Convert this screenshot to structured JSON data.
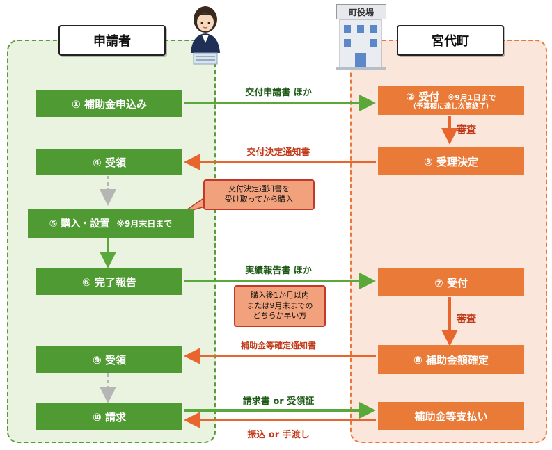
{
  "headers": {
    "applicant": "申請者",
    "town": "宮代町"
  },
  "town_office_sign": "町役場",
  "left_steps": {
    "s1": "① 補助金申込み",
    "s4": "④ 受領",
    "s5": "⑤ 購入・設置",
    "s5_note": "※9月末日まで",
    "s6": "⑥ 完了報告",
    "s9": "⑨ 受領",
    "s10": "⑩ 請求"
  },
  "right_steps": {
    "s2": "② 受付",
    "s2_note": "※9月1日まで",
    "s2_sub": "（予算額に達し次第終了）",
    "s3": "③ 受理決定",
    "s7": "⑦ 受付",
    "s8": "⑧ 補助金額確定",
    "s11": "補助金等支払い"
  },
  "arrows": {
    "a1": "交付申請書 ほか",
    "a2": "交付決定通知書",
    "a3": "実績報告書 ほか",
    "a4": "補助金等確定通知書",
    "a5": "請求書 or 受領証",
    "a6": "振込 or 手渡し",
    "review1": "審査",
    "review2": "審査"
  },
  "notes": {
    "callout": [
      "交付決定通知書を",
      "受け取ってから購入"
    ],
    "deadline": [
      "購入後1か月以内",
      "または9月末までの",
      "どちらか早い方"
    ]
  },
  "colors": {
    "green": "#4f9a32",
    "orange": "#ea7a38",
    "arrow_red": "#e8652d",
    "arrow_green": "#5aa83b"
  }
}
